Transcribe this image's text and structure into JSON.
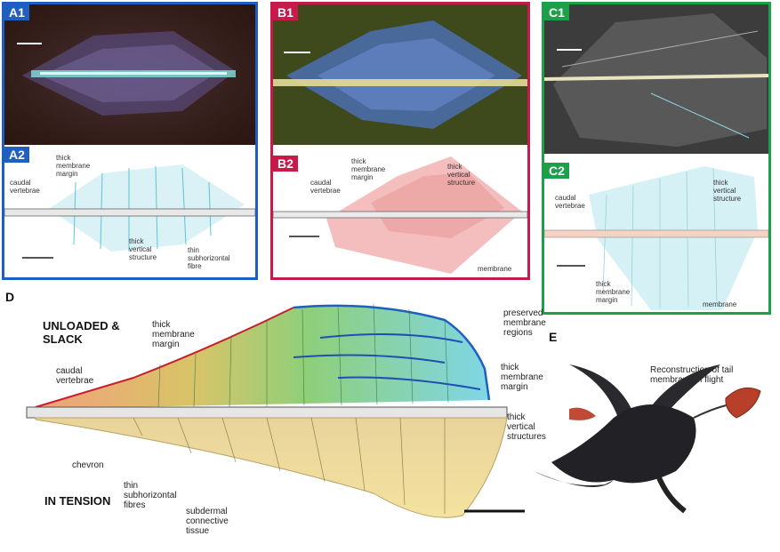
{
  "panels": {
    "a1": {
      "tag": "A1",
      "color": "#1f5fbf"
    },
    "a2": {
      "tag": "A2",
      "labels": {
        "caudal_vertebrae": "caudal\nvertebrae",
        "thick_margin": "thick\nmembrane\nmargin",
        "thick_vertical": "thick\nvertical\nstructure",
        "thin_fibre": "thin\nsubhorizontal\nfibre"
      }
    },
    "b1": {
      "tag": "B1",
      "color": "#c8194b"
    },
    "b2": {
      "tag": "B2",
      "labels": {
        "caudal_vertebrae": "caudal\nvertebrae",
        "thick_margin": "thick\nmembrane\nmargin",
        "thick_vertical": "thick\nvertical\nstructure",
        "membrane": "membrane"
      }
    },
    "c1": {
      "tag": "C1",
      "color": "#1da04a"
    },
    "c2": {
      "tag": "C2",
      "labels": {
        "caudal_vertebrae": "caudal\nvertebrae",
        "thick_vertical": "thick\nvertical\nstructure",
        "thick_margin": "thick\nmembrane\nmargin",
        "membrane": "membrane"
      }
    }
  },
  "panel_d": {
    "tag": "D",
    "unloaded": "UNLOADED &\nSLACK",
    "tension": "IN TENSION",
    "labels": {
      "thick_margin_top": "thick\nmembrane\nmargin",
      "caudal_vertebrae": "caudal\nvertebrae",
      "preserved": "preserved\nmembrane\nregions",
      "thick_margin_right": "thick\nmembrane\nmargin",
      "thick_vertical": "thick\nvertical\nstructures",
      "chevron": "chevron",
      "thin_fibres": "thin\nsubhorizontal\nfibres",
      "subdermal": "subdermal\nconnective\ntissue"
    }
  },
  "panel_e": {
    "tag": "E",
    "caption": "Reconstruction of tail\nmembrane in flight"
  }
}
